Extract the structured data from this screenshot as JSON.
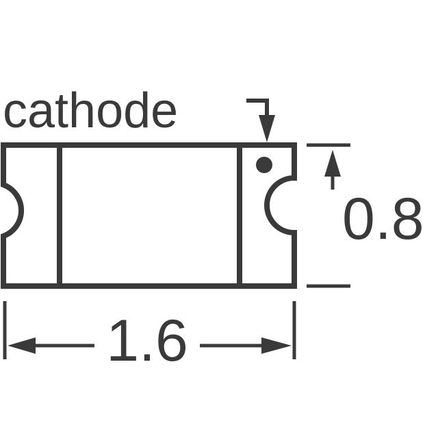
{
  "diagram": {
    "cathode_label": "cathode",
    "height_dimension": "0.8",
    "width_dimension": "1.6",
    "stroke_color": "#3a3a3a",
    "background_color": "#ffffff"
  }
}
